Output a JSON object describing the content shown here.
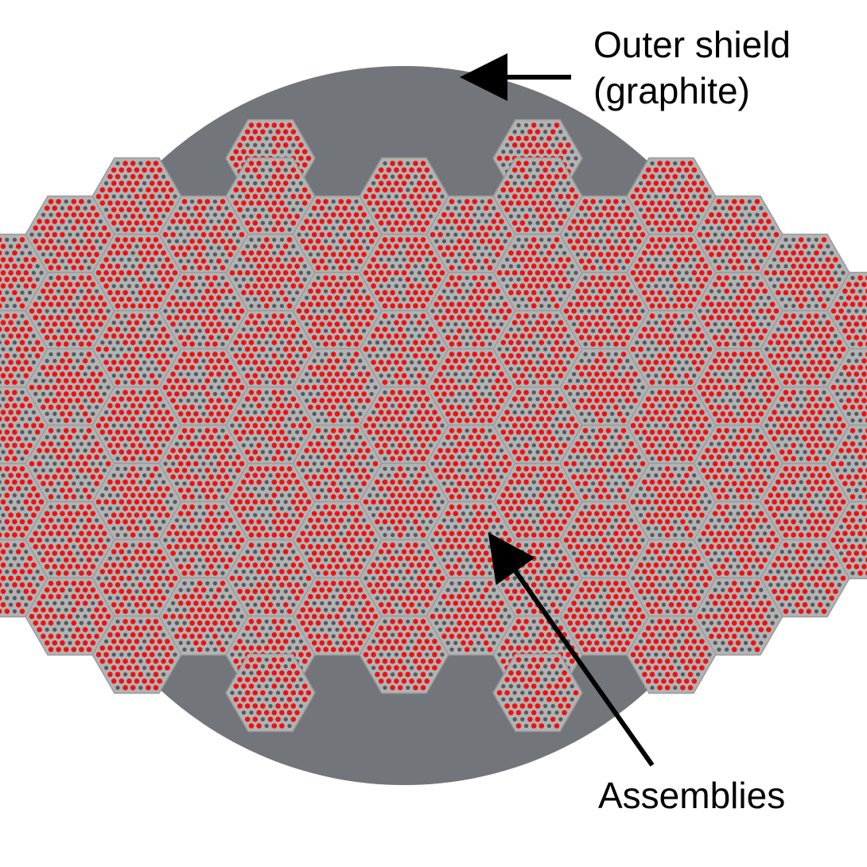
{
  "labels": {
    "outer_shield_line1": "Outer shield",
    "outer_shield_line2": "(graphite)",
    "assemblies": "Assemblies"
  },
  "colors": {
    "background": "#ffffff",
    "outer_shield": "#72767b",
    "assembly_fill": "#b3b3b3",
    "assembly_edge": "#9a9a9a",
    "fuel_pin": "#ee1111",
    "moderator_pin": "#555a5f",
    "arrow": "#000000"
  },
  "core": {
    "assembly_shape": "hexagon",
    "row_counts": [
      2,
      5,
      6,
      7,
      8,
      9,
      8,
      9,
      8,
      9,
      8,
      7,
      6,
      5,
      2
    ],
    "pin_rings_per_assembly": 5,
    "pin_pattern": [
      "fuel",
      "fuel",
      "moderator",
      "fuel",
      "moderator",
      "fuel"
    ]
  }
}
